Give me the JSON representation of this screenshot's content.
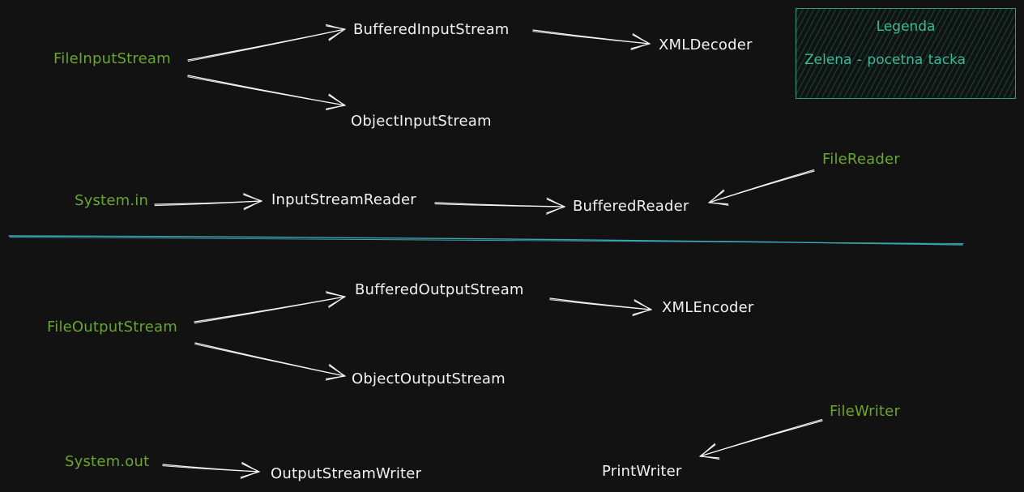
{
  "colors": {
    "background": "#121212",
    "node_text": "#f2f2f2",
    "start_node_text": "#6aa52e",
    "arrow": "#f2f2f2",
    "divider": "#3aa8b2",
    "legend": "#3ab994"
  },
  "legend": {
    "title": "Legenda",
    "entry": "Zelena  - pocetna tacka"
  },
  "nodes": {
    "file_input_stream": "FileInputStream",
    "buffered_input_stream": "BufferedInputStream",
    "xml_decoder": "XMLDecoder",
    "object_input_stream": "ObjectInputStream",
    "system_in": "System.in",
    "input_stream_reader": "InputStreamReader",
    "buffered_reader": "BufferedReader",
    "file_reader": "FileReader",
    "file_output_stream": "FileOutputStream",
    "buffered_output_stream": "BufferedOutputStream",
    "xml_encoder": "XMLEncoder",
    "object_output_stream": "ObjectOutputStream",
    "system_out": "System.out",
    "output_stream_writer": "OutputStreamWriter",
    "print_writer": "PrintWriter",
    "file_writer": "FileWriter"
  },
  "start_nodes": [
    "file_input_stream",
    "system_in",
    "file_reader",
    "file_output_stream",
    "system_out",
    "file_writer"
  ],
  "edges": [
    {
      "from": "file_input_stream",
      "to": "buffered_input_stream"
    },
    {
      "from": "buffered_input_stream",
      "to": "xml_decoder"
    },
    {
      "from": "file_input_stream",
      "to": "object_input_stream"
    },
    {
      "from": "system_in",
      "to": "input_stream_reader"
    },
    {
      "from": "input_stream_reader",
      "to": "buffered_reader"
    },
    {
      "from": "file_reader",
      "to": "buffered_reader"
    },
    {
      "from": "file_output_stream",
      "to": "buffered_output_stream"
    },
    {
      "from": "buffered_output_stream",
      "to": "xml_encoder"
    },
    {
      "from": "file_output_stream",
      "to": "object_output_stream"
    },
    {
      "from": "system_out",
      "to": "output_stream_writer"
    },
    {
      "from": "file_writer",
      "to": "print_writer"
    }
  ]
}
